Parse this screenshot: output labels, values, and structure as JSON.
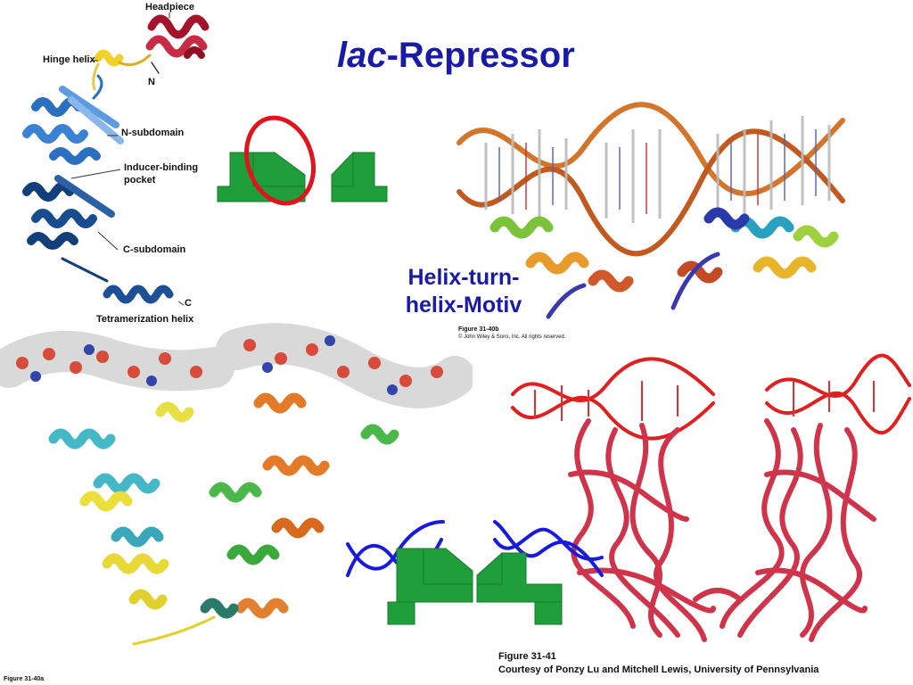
{
  "title": {
    "italic": "lac",
    "rest": "-Repressor"
  },
  "motif_label": {
    "line1": "Helix-turn-",
    "line2": "helix-Motiv"
  },
  "structure_labels": {
    "headpiece": "Headpiece",
    "hinge_helix": "Hinge helix",
    "n_terminus": "N",
    "n_subdomain": "N-subdomain",
    "inducer_line1": "Inducer-binding",
    "inducer_line2": "pocket",
    "c_subdomain": "C-subdomain",
    "c_terminus": "C",
    "tetramerization_helix": "Tetramerization helix"
  },
  "figure_40b": {
    "label": "Figure 31-40b",
    "copyright": "© John Wiley & Sons, Inc. All rights reserved."
  },
  "figure_40a": {
    "label": "Figure 31-40a"
  },
  "figure_41": {
    "label": "Figure 31-41",
    "credit": "Courtesy of Ponzy Lu and Mitchell Lewis, University of Pennsylvania"
  },
  "colors": {
    "title_blue": "#1a1aa8",
    "shape_green": "#1f9e3c",
    "highlight_red": "#e0141c",
    "dna_blue": "#1a1adc",
    "protein_red": "#d0344a",
    "domain_blue": "#2a6fc0",
    "domain_dark": "#123e7a"
  }
}
